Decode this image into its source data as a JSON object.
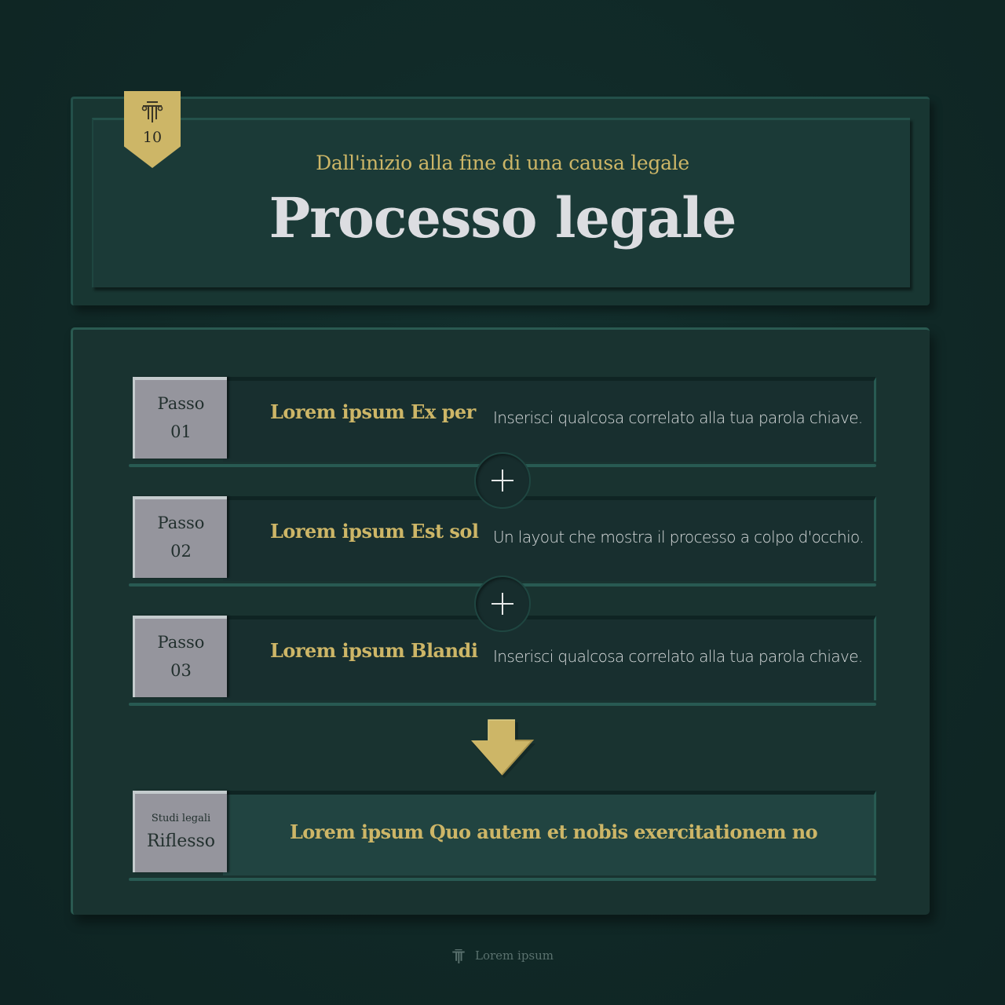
{
  "header": {
    "badge_number": "10",
    "badge_icon": "pillar-icon",
    "subtitle": "Dall'inizio alla fine di una causa legale",
    "title": "Processo legale"
  },
  "steps": [
    {
      "label": "Passo",
      "number": "01",
      "title": "Lorem ipsum Ex per",
      "description": "Inserisci qualcosa correlato alla tua parola chiave."
    },
    {
      "label": "Passo",
      "number": "02",
      "title": "Lorem ipsum Est sol",
      "description": "Un layout che mostra il processo a colpo d'occhio."
    },
    {
      "label": "Passo",
      "number": "03",
      "title": "Lorem ipsum Blandi",
      "description": "Inserisci qualcosa correlato alla tua parola chiave."
    }
  ],
  "connectors": [
    "plus-icon",
    "plus-icon"
  ],
  "arrow_icon": "arrow-down-icon",
  "result": {
    "label_small": "Studi legali",
    "label_big": "Riflesso",
    "text": "Lorem ipsum Quo autem et nobis exercitationem no"
  },
  "footer": {
    "icon": "pillar-icon",
    "text": "Lorem ipsum"
  },
  "colors": {
    "background": "#102826",
    "panel": "#193330",
    "accent_gold": "#cdb667",
    "title_light": "#dcdde1",
    "step_box": "#95959d",
    "border_teal": "#285a52"
  }
}
